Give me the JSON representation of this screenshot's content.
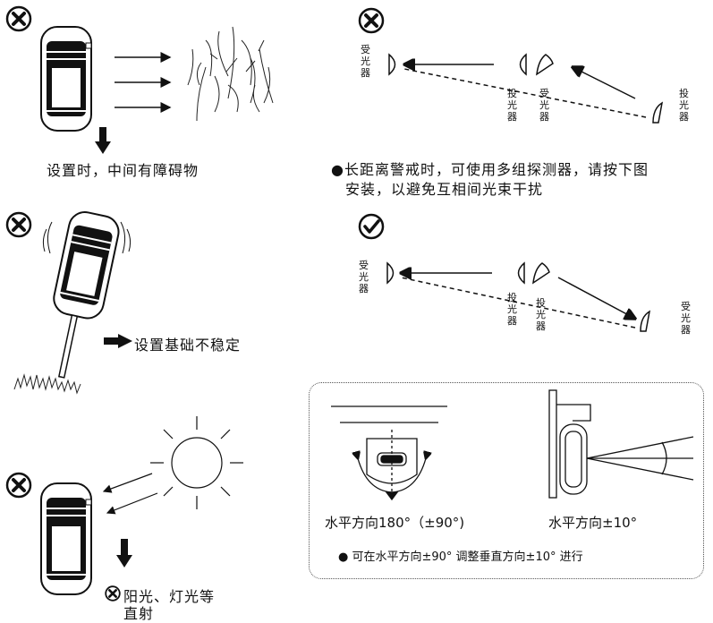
{
  "panels": {
    "obstacle": {
      "caption": "设置时，中间有障碍物"
    },
    "unstable": {
      "caption": "设置基础不稳定"
    },
    "sunlight": {
      "caption_line1": "阳光、灯光等",
      "caption_line2": "直射"
    }
  },
  "long_range": {
    "note_line1": "长距离警戒时，可使用多组探测器，请按下图",
    "note_line2": "安装，以避免互相间光束干扰",
    "wrong": {
      "receiver_left": [
        "受",
        "光",
        "器"
      ],
      "transmitter_mid": [
        "投",
        "光",
        "器"
      ],
      "receiver_mid": [
        "受",
        "光",
        "器"
      ],
      "transmitter_right": [
        "投",
        "光",
        "器"
      ]
    },
    "right": {
      "receiver_left": [
        "受",
        "光",
        "器"
      ],
      "transmitter_mid": [
        "投",
        "光",
        "器"
      ],
      "transmitter_mid2": [
        "投",
        "光",
        "器"
      ],
      "receiver_right": [
        "受",
        "光",
        "器"
      ]
    }
  },
  "adjust": {
    "horizontal_label": "水平方向180°（±90°)",
    "vertical_label": "水平方向±10°",
    "note": "可在水平方向±90° 调整垂直方向±10° 进行"
  },
  "icons": {
    "wrong": "x-circle-icon",
    "right": "check-circle-icon",
    "down_arrow": "down-arrow-icon",
    "right_arrow": "right-arrow-icon",
    "sun": "sun-icon"
  }
}
